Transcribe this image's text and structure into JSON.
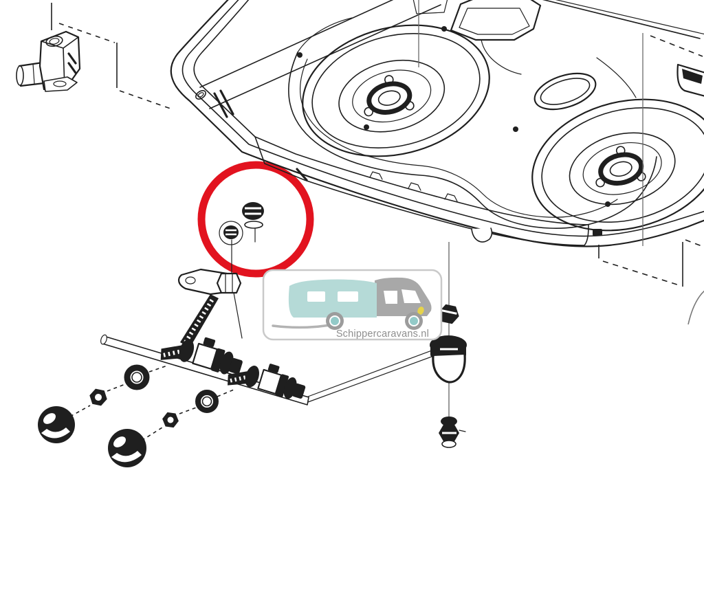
{
  "watermark": {
    "text": "Schippercaravans.nl"
  },
  "colors": {
    "background": "#ffffff",
    "line": "#1f1f1f",
    "accent-red": "#e2131f",
    "caravan-teal": "#b5dad7",
    "caravan-gray": "#a8a8a8",
    "wheel-gray": "#9c9c9c",
    "hub-teal": "#93cac8",
    "headlight-yellow": "#e6d34b",
    "watermark-border": "#c9c9c9",
    "watermark-text": "#8e8e8e"
  },
  "diagram": {
    "type": "exploded-parts-drawing",
    "subject": "two-burner-gas-hob",
    "annotation": "red-highlight-circle",
    "parts": [
      "mounting-bracket",
      "hob-pan",
      "burner-well-left",
      "burner-well-right",
      "pan-head-screw",
      "small-screw",
      "pipe-elbow",
      "manifold-rail",
      "gas-valve-left",
      "gas-valve-right",
      "washer-ring-left",
      "washer-ring-right",
      "hex-nut-left",
      "hex-nut-right",
      "control-knob-left",
      "control-knob-right",
      "inlet-nut",
      "inlet-fitting",
      "inlet-connector"
    ]
  }
}
